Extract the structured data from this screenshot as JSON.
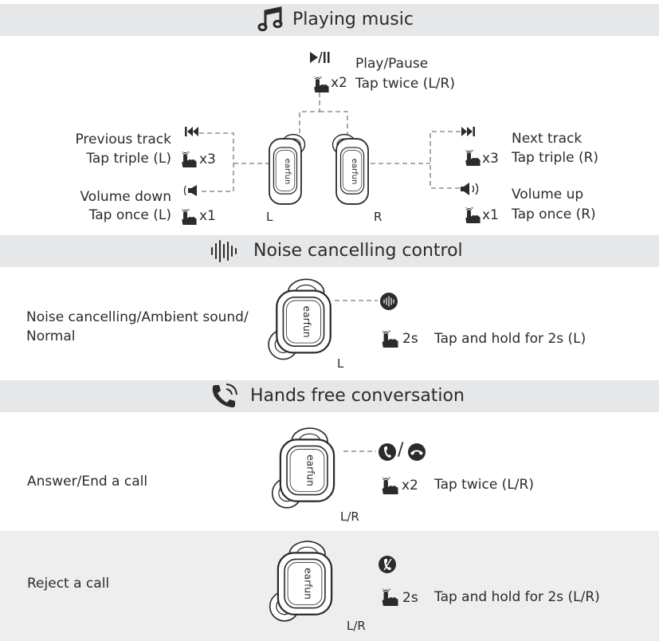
{
  "sections": {
    "music": {
      "title": "Playing music",
      "icon": "music-note-icon",
      "play_pause": {
        "label": "Play/Pause",
        "action": "Tap twice (L/R)",
        "count": "x2",
        "icon": "play-pause-icon"
      },
      "previous": {
        "label": "Previous track",
        "action": "Tap triple (L)",
        "count": "x3",
        "icon": "previous-track-icon"
      },
      "volume_down": {
        "label": "Volume down",
        "action": "Tap once (L)",
        "count": "x1",
        "icon": "volume-down-icon"
      },
      "next": {
        "label": "Next track",
        "action": "Tap triple (R)",
        "count": "x3",
        "icon": "next-track-icon"
      },
      "volume_up": {
        "label": "Volume up",
        "action": "Tap once (R)",
        "count": "x1",
        "icon": "volume-up-icon"
      },
      "left_label": "L",
      "right_label": "R",
      "brand": "earfun"
    },
    "noise": {
      "title": "Noise cancelling control",
      "icon": "sound-wave-icon",
      "label": "Noise cancelling/Ambient sound/ Normal",
      "count": "2s",
      "action": "Tap and hold for 2s (L)",
      "side": "L",
      "mode_icon": "noise-mode-icon"
    },
    "calls": {
      "title": "Hands free conversation",
      "icon": "phone-call-icon",
      "answer": {
        "label": "Answer/End a call",
        "count": "x2",
        "action": "Tap twice (L/R)",
        "side": "L/R",
        "icons": [
          "answer-call-icon",
          "end-call-icon"
        ],
        "separator": "/"
      },
      "reject": {
        "label": "Reject a call",
        "count": "2s",
        "action": "Tap and hold for 2s (L/R)",
        "side": "L/R",
        "icon": "reject-call-icon"
      }
    }
  },
  "colors": {
    "band": "#e6e7e8",
    "panel": "#eeeeef",
    "ink": "#2b2b2b",
    "dash": "#7a7a7a"
  }
}
